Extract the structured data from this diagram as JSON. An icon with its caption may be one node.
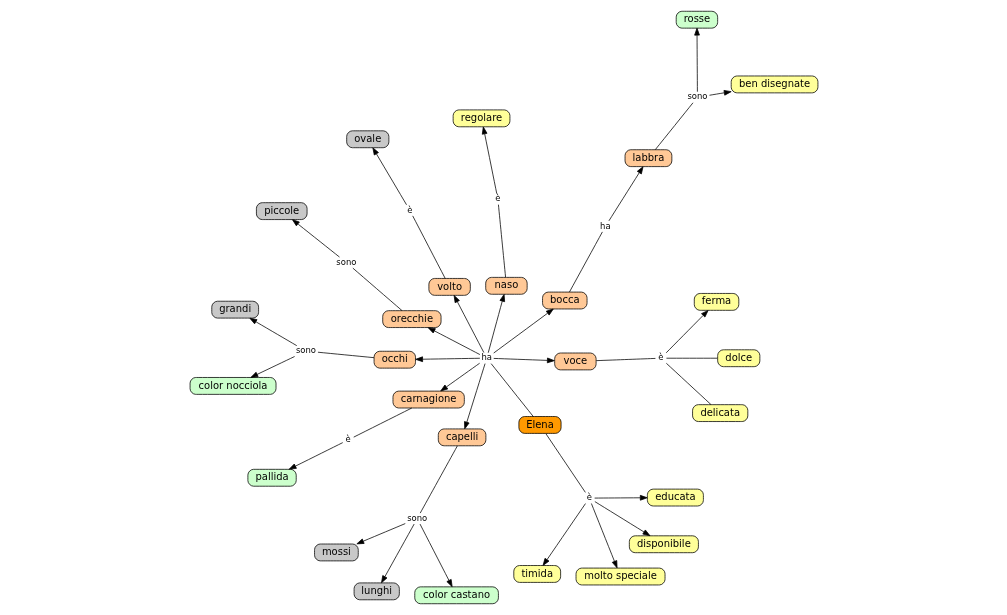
{
  "diagram": {
    "nodes": [
      {
        "text": [
          "rosse"
        ]
      },
      {
        "text": [
          "ben disegnate"
        ]
      },
      {
        "text": [
          "sono"
        ]
      },
      {
        "text": [
          "color nocciola"
        ]
      },
      {
        "text": [
          "grandi"
        ]
      },
      {
        "text": [
          "lunghi"
        ]
      },
      {
        "text": [
          "labbra"
        ]
      },
      {
        "text": [
          "mossi"
        ]
      },
      {
        "text": [
          "sono"
        ]
      },
      {
        "text": [
          "occhi"
        ]
      },
      {
        "text": [
          "regolare"
        ]
      },
      {
        "text": [
          "ha"
        ]
      },
      {
        "text": [
          "sono"
        ]
      },
      {
        "text": [
          "color castano"
        ]
      },
      {
        "text": [
          "bocca"
        ]
      },
      {
        "text": [
          "capelli"
        ]
      },
      {
        "text": [
          "è"
        ]
      },
      {
        "text": [
          "naso"
        ]
      },
      {
        "text": [
          "volto"
        ]
      },
      {
        "text": [
          "è"
        ]
      },
      {
        "text": [
          "ovale"
        ]
      },
      {
        "text": [
          "piccole"
        ]
      },
      {
        "text": [
          "sono"
        ]
      },
      {
        "text": [
          "orecchie"
        ]
      },
      {
        "text": [
          "ha"
        ]
      },
      {
        "text": [
          "carnagione"
        ]
      },
      {
        "text": [
          "è"
        ]
      },
      {
        "text": [
          "pallida"
        ]
      },
      {
        "text": [
          "educata"
        ]
      },
      {
        "text": [
          "ferma"
        ]
      },
      {
        "text": [
          "è"
        ]
      },
      {
        "text": [
          "voce"
        ]
      },
      {
        "text": [
          "molto speciale"
        ]
      },
      {
        "text": [
          "Elena"
        ]
      },
      {
        "text": [
          "è"
        ]
      },
      {
        "text": [
          "delicata"
        ]
      },
      {
        "text": [
          "dolce"
        ]
      },
      {
        "text": [
          "timida"
        ]
      },
      {
        "text": [
          "disponibile"
        ]
      }
    ],
    "edges": [
      {
        "from": 33,
        "to": 24,
        "arrow": "none"
      },
      {
        "from": 24,
        "to": 17,
        "arrow": "to"
      },
      {
        "from": 24,
        "to": 14,
        "arrow": "to"
      },
      {
        "from": 24,
        "to": 9,
        "arrow": "to"
      },
      {
        "from": 24,
        "to": 15,
        "arrow": "to"
      },
      {
        "from": 24,
        "to": 18,
        "arrow": "to"
      },
      {
        "from": 24,
        "to": 25,
        "arrow": "to"
      },
      {
        "from": 24,
        "to": 23,
        "arrow": "to"
      },
      {
        "from": 24,
        "to": 31,
        "arrow": "to"
      },
      {
        "from": 33,
        "to": 34,
        "arrow": "none"
      },
      {
        "from": 34,
        "to": 28,
        "arrow": "to"
      },
      {
        "from": 34,
        "to": 32,
        "arrow": "to"
      },
      {
        "from": 34,
        "to": 37,
        "arrow": "to"
      },
      {
        "from": 34,
        "to": 38,
        "arrow": "to"
      },
      {
        "from": 17,
        "to": 16,
        "arrow": "none"
      },
      {
        "from": 16,
        "to": 10,
        "arrow": "to"
      },
      {
        "from": 14,
        "to": 11,
        "arrow": "none"
      },
      {
        "from": 11,
        "to": 6,
        "arrow": "to"
      },
      {
        "from": 6,
        "to": 2,
        "arrow": "none"
      },
      {
        "from": 2,
        "to": 0,
        "arrow": "to"
      },
      {
        "from": 2,
        "to": 1,
        "arrow": "to"
      },
      {
        "from": 9,
        "to": 8,
        "arrow": "none"
      },
      {
        "from": 8,
        "to": 3,
        "arrow": "to"
      },
      {
        "from": 8,
        "to": 4,
        "arrow": "to"
      },
      {
        "from": 15,
        "to": 12,
        "arrow": "none"
      },
      {
        "from": 12,
        "to": 5,
        "arrow": "to"
      },
      {
        "from": 12,
        "to": 7,
        "arrow": "to"
      },
      {
        "from": 12,
        "to": 13,
        "arrow": "to"
      },
      {
        "from": 18,
        "to": 19,
        "arrow": "none"
      },
      {
        "from": 19,
        "to": 20,
        "arrow": "to"
      },
      {
        "from": 25,
        "to": 26,
        "arrow": "none"
      },
      {
        "from": 26,
        "to": 27,
        "arrow": "to"
      },
      {
        "from": 23,
        "to": 22,
        "arrow": "none"
      },
      {
        "from": 22,
        "to": 21,
        "arrow": "to"
      },
      {
        "from": 31,
        "to": 30,
        "arrow": "none"
      },
      {
        "from": 30,
        "to": 29,
        "arrow": "to"
      },
      {
        "from": 35,
        "to": 30,
        "arrow": "none"
      },
      {
        "from": 36,
        "to": 30,
        "arrow": "none"
      }
    ]
  }
}
